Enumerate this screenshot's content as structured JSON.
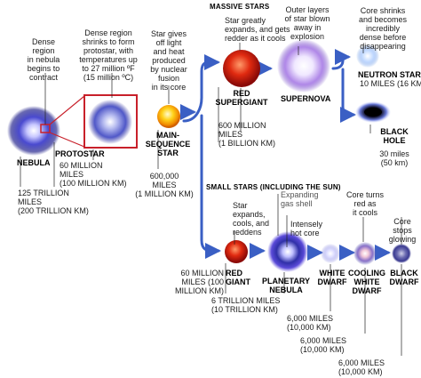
{
  "sections": {
    "massive": "MASSIVE STARS",
    "small": "SMALL STARS (INCLUDING THE SUN)"
  },
  "stages": {
    "nebula": {
      "name": "NEBULA",
      "caption": "Dense\nregion\nin nebula\nbegins to\ncontract",
      "size": "125 TRILLION\nMILES\n(200 TRILLION KM)"
    },
    "protostar": {
      "name": "PROTOSTAR",
      "caption": "Dense region\nshrinks to form\nprotostar, with\ntemperatures up\nto 27 million ºF\n(15 million ºC)",
      "size": "60 MILLION\nMILES\n(100 MILLION KM)"
    },
    "main_sequence": {
      "name": "MAIN-\nSEQUENCE\nSTAR",
      "caption": "Star gives\noff light\nand heat\nproduced\nby nuclear\nfusion\nin its core",
      "size": "600,000\nMILES\n(1 MILLION KM)"
    },
    "red_supergiant": {
      "name": "RED\nSUPERGIANT",
      "caption": "Star greatly\nexpands, and gets\nredder as it cools",
      "size": "600 MILLION\nMILES\n(1 BILLION KM)"
    },
    "supernova": {
      "name": "SUPERNOVA",
      "caption": "Outer layers\nof star blown\naway in\nexplosion"
    },
    "neutron_star": {
      "name": "NEUTRON STAR",
      "caption": "Core shrinks\nand becomes\nincredibly\ndense before\ndisappearing",
      "size": "10 MILES (16 KM)"
    },
    "black_hole": {
      "name": "BLACK\nHOLE",
      "size": "30 miles\n(50 km)"
    },
    "red_giant": {
      "name": "RED\nGIANT",
      "caption": "Star\nexpands,\ncools, and\nreddens",
      "size": "60 MILLION\nMILES (100\nMILLION KM)"
    },
    "planetary_nebula": {
      "name": "PLANETARY\nNEBULA",
      "caption": "Expanding\ngas shell",
      "caption2": "Intensely\nhot core",
      "size": "6 TRILLION MILES\n(10 TRILLION KM)"
    },
    "white_dwarf": {
      "name": "WHITE\nDWARF",
      "size": "6,000 MILES\n(10,000 KM)"
    },
    "cooling_white_dwarf": {
      "name": "COOLING\nWHITE\nDWARF",
      "caption": "Core turns\nred as\nit cools",
      "size": "6,000 MILES\n(10,000 KM)"
    },
    "black_dwarf": {
      "name": "BLACK\nDWARF",
      "caption": "Core\nstops\nglowing",
      "size": "6,000 MILES\n(10,000 KM)"
    }
  },
  "colors": {
    "arrow": "#3a5fc4",
    "pointer": "#222222",
    "zoom_box": "#c8202a"
  }
}
